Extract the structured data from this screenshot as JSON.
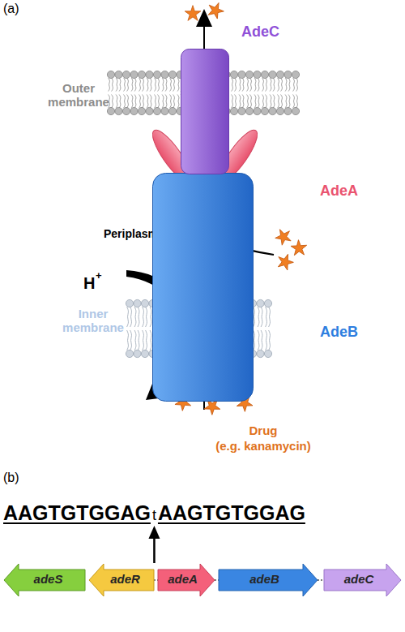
{
  "diagram": {
    "nodes": [
      {
        "text": [
          "AdeC"
        ]
      },
      {
        "text": [
          "AdeA"
        ]
      },
      {
        "text": [
          "AdeB"
        ]
      },
      {
        "text": [
          "adeS"
        ]
      },
      {
        "text": [
          "adeR"
        ]
      },
      {
        "text": [
          "adeA"
        ]
      },
      {
        "text": [
          "adeB"
        ]
      },
      {
        "text": [
          "adeC"
        ]
      }
    ],
    "edges": [
      {
        "from": 4,
        "to": 5,
        "arrow": "none"
      },
      {
        "from": 5,
        "to": 6,
        "arrow": "none"
      },
      {
        "from": 6,
        "to": 7,
        "arrow": "none"
      }
    ],
    "labels": [
      "(a)",
      "Outer membrane",
      "Periplasm",
      "H",
      "+",
      "Inner membrane",
      "Drug",
      "(e.g. kanamycin)",
      "(b)",
      "AAGTGTGGAG",
      "t",
      "AAGTGTGGAG"
    ]
  }
}
